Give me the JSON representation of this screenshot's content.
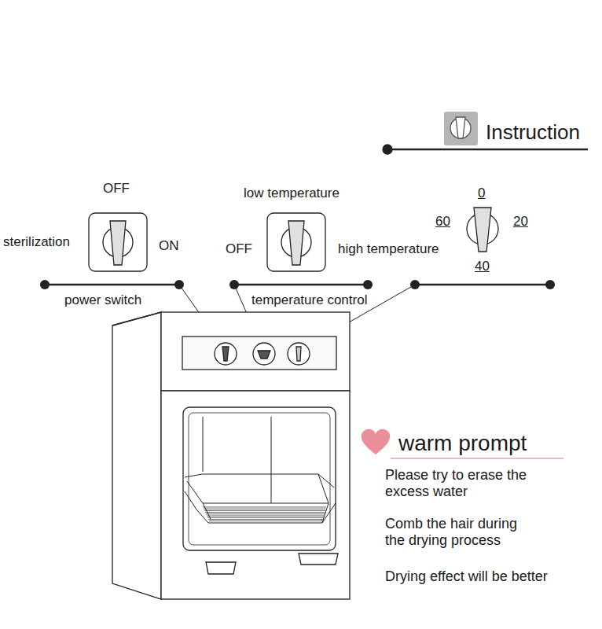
{
  "diagram": {
    "title": "Instruction",
    "labels": [
      "OFF",
      "sterilization",
      "ON",
      "low temperature",
      "OFF",
      "high temperature",
      "0",
      "60",
      "20",
      "40",
      "power switch",
      "temperature control",
      "warm prompt",
      "Please try to erase the excess water",
      "Comb the hair during the drying process",
      "Drying effect will be better"
    ]
  }
}
